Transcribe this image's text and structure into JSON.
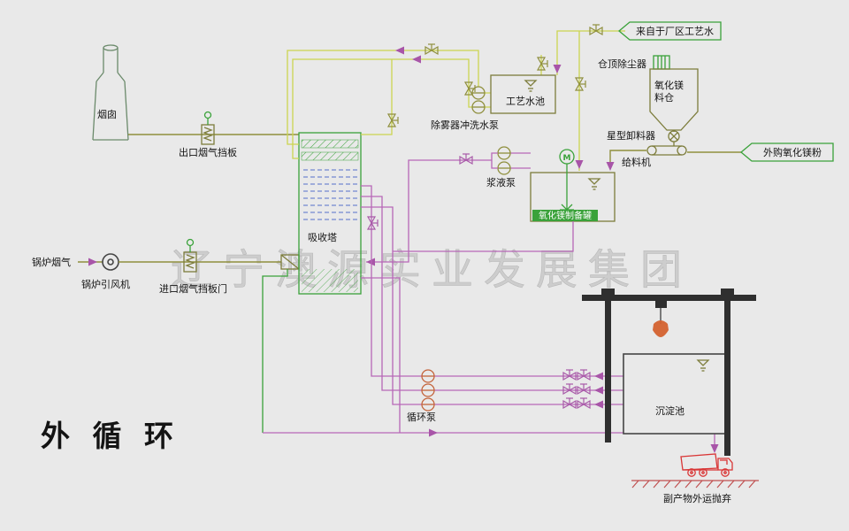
{
  "watermark": "辽宁澳源实业发展集团",
  "title": "外 循 环",
  "labels": {
    "chimney": "烟囱",
    "outlet_damper": "出口烟气挡板",
    "boiler_flue_gas": "锅炉烟气",
    "boiler_fan": "锅炉引风机",
    "inlet_damper": "进口烟气挡板门",
    "absorber": "吸收塔",
    "demister_flush_pump": "除雾器冲洗水泵",
    "process_water_tank": "工艺水池",
    "from_plant_water": "来自于厂区工艺水",
    "silo_dust_collector": "仓顶除尘器",
    "mgo_silo_line1": "氧化镁",
    "mgo_silo_line2": "料仓",
    "star_unloader": "星型卸料器",
    "feeder": "给料机",
    "purchased_mgo": "外购氧化镁粉",
    "slurry_pump": "浆液泵",
    "mgo_prep_tank": "氧化镁制备罐",
    "circulation_pump": "循环泵",
    "sedimentation_pool": "沉淀池",
    "byproduct_disposal": "副产物外运抛弃",
    "motor": "M"
  },
  "colors": {
    "background": "#e9e9e9",
    "green": "#3aa23a",
    "water_line": "#ccd550",
    "slurry_line": "#b767b7",
    "equipment_olive": "#7d7d3c",
    "blue_spray": "#5570cc",
    "truck_red": "#d93636",
    "arrow": "#a855a8",
    "watermark_gray": "#c9c9c9",
    "crane_dark": "#2f2f2f"
  }
}
